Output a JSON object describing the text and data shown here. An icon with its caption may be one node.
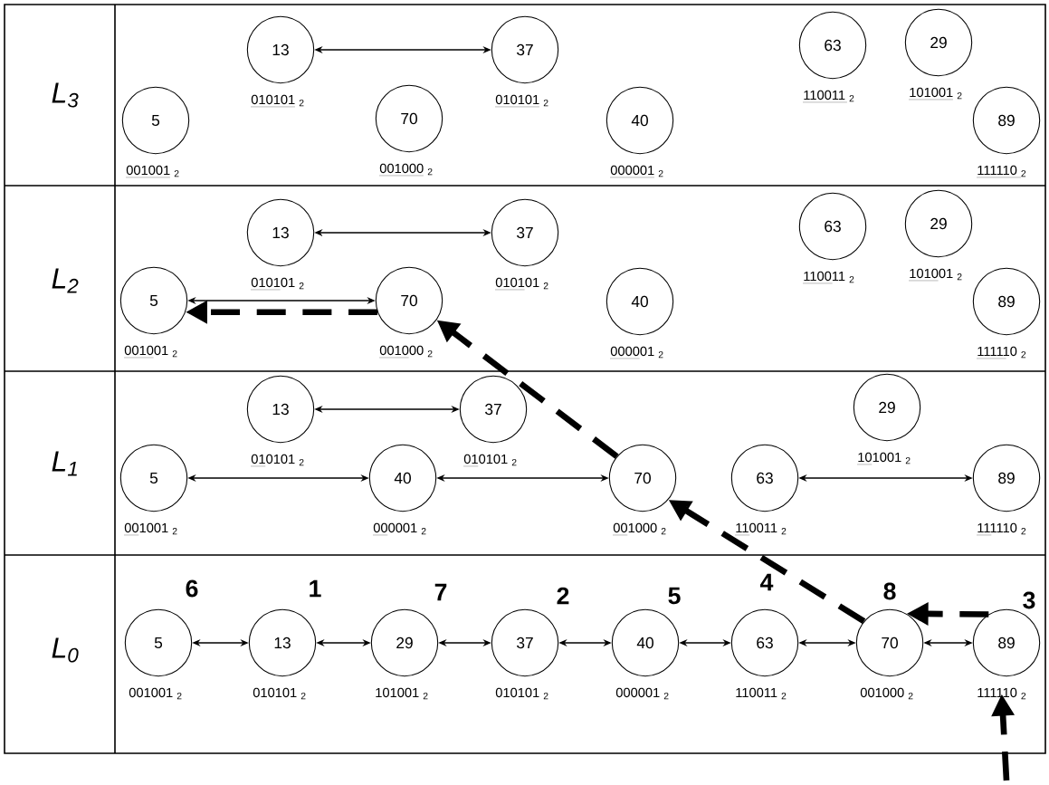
{
  "diagram": {
    "nodes": [
      {
        "text": [
          "5"
        ],
        "beside": [
          "001001 $_{2}$"
        ]
      },
      {
        "text": [
          "13"
        ],
        "beside": [
          "010101 $_{2}$"
        ]
      },
      {
        "text": [
          "70"
        ],
        "beside": [
          "001000 $_{2}$"
        ]
      },
      {
        "text": [
          "37"
        ],
        "beside": [
          "010101 $_{2}$"
        ]
      },
      {
        "text": [
          "40"
        ],
        "beside": [
          "000001 $_{2}$"
        ]
      },
      {
        "text": [
          "63"
        ],
        "beside": [
          "110011 $_{2}$"
        ]
      },
      {
        "text": [
          "29"
        ],
        "beside": [
          "101001 $_{2}$"
        ]
      },
      {
        "text": [
          "89"
        ],
        "beside": [
          "111110 $_{2}$"
        ]
      },
      {
        "text": [
          "5"
        ],
        "beside": [
          "001001 $_{2}$"
        ]
      },
      {
        "text": [
          "13"
        ],
        "beside": [
          "010101 $_{2}$"
        ]
      },
      {
        "text": [
          "70"
        ],
        "beside": [
          "001000 $_{2}$"
        ]
      },
      {
        "text": [
          "37"
        ],
        "beside": [
          "010101 $_{2}$"
        ]
      },
      {
        "text": [
          "40"
        ],
        "beside": [
          "000001 $_{2}$"
        ]
      },
      {
        "text": [
          "63"
        ],
        "beside": [
          "110011 $_{2}$"
        ]
      },
      {
        "text": [
          "29"
        ],
        "beside": [
          "101001 $_{2}$"
        ]
      },
      {
        "text": [
          "89"
        ],
        "beside": [
          "111110 $_{2}$"
        ]
      },
      {
        "text": [
          "5"
        ],
        "beside": [
          "001001 $_{2}$"
        ]
      },
      {
        "text": [
          "13"
        ],
        "beside": [
          "010101 $_{2}$"
        ]
      },
      {
        "text": [
          "40"
        ],
        "beside": [
          "000001 $_{2}$"
        ]
      },
      {
        "text": [
          "37"
        ],
        "beside": [
          "010101 $_{2}$"
        ]
      },
      {
        "text": [
          "70"
        ],
        "beside": [
          "001000 $_{2}$"
        ]
      },
      {
        "text": [
          "63"
        ],
        "beside": [
          "110011 $_{2}$"
        ]
      },
      {
        "text": [
          "29"
        ],
        "beside": [
          "101001 $_{2}$"
        ]
      },
      {
        "text": [
          "89"
        ],
        "beside": [
          "111110 $_{2}$"
        ]
      },
      {
        "text": [
          "5"
        ],
        "beside": [
          "001001 $_{2}$"
        ]
      },
      {
        "text": [
          "13"
        ],
        "beside": [
          "010101 $_{2}$"
        ]
      },
      {
        "text": [
          "29"
        ],
        "beside": [
          "101001 $_{2}$"
        ]
      },
      {
        "text": [
          "37"
        ],
        "beside": [
          "010101 $_{2}$"
        ]
      },
      {
        "text": [
          "40"
        ],
        "beside": [
          "000001 $_{2}$"
        ]
      },
      {
        "text": [
          "63"
        ],
        "beside": [
          "110011 $_{2}$"
        ]
      },
      {
        "text": [
          "70"
        ],
        "beside": [
          "001000 $_{2}$"
        ]
      },
      {
        "text": [
          "89"
        ],
        "beside": [
          "111110 $_{2}$"
        ]
      }
    ],
    "edges": [
      {
        "from": 1,
        "to": 3,
        "arrow": "both"
      },
      {
        "from": 9,
        "to": 11,
        "arrow": "both"
      },
      {
        "from": 8,
        "to": 10,
        "arrow": "both"
      },
      {
        "from": 17,
        "to": 19,
        "arrow": "both"
      },
      {
        "from": 16,
        "to": 18,
        "arrow": "both"
      },
      {
        "from": 18,
        "to": 20,
        "arrow": "both"
      },
      {
        "from": 21,
        "to": 23,
        "arrow": "both"
      },
      {
        "from": 24,
        "to": 25,
        "arrow": "both"
      },
      {
        "from": 25,
        "to": 26,
        "arrow": "both"
      },
      {
        "from": 26,
        "to": 27,
        "arrow": "both"
      },
      {
        "from": 27,
        "to": 28,
        "arrow": "both"
      },
      {
        "from": 28,
        "to": 29,
        "arrow": "both"
      },
      {
        "from": 29,
        "to": 30,
        "arrow": "both"
      },
      {
        "from": 30,
        "to": 31,
        "arrow": "both"
      },
      {
        "from": null,
        "to": 31,
        "arrow": "to",
        "style": "dashed"
      },
      {
        "from": 31,
        "to": 30,
        "arrow": "to",
        "style": "dashed"
      },
      {
        "from": 30,
        "to": 20,
        "arrow": "to",
        "style": "dashed"
      },
      {
        "from": 20,
        "to": 10,
        "arrow": "to",
        "style": "dashed"
      },
      {
        "from": 10,
        "to": 8,
        "arrow": "to",
        "style": "dashed"
      }
    ],
    "labels": [
      "L$_{3}$",
      "L$_{2}$",
      "L$_{1}$",
      "L$_{0}$",
      "6",
      "1",
      "7",
      "2",
      "5",
      "4",
      "8",
      "3"
    ]
  }
}
